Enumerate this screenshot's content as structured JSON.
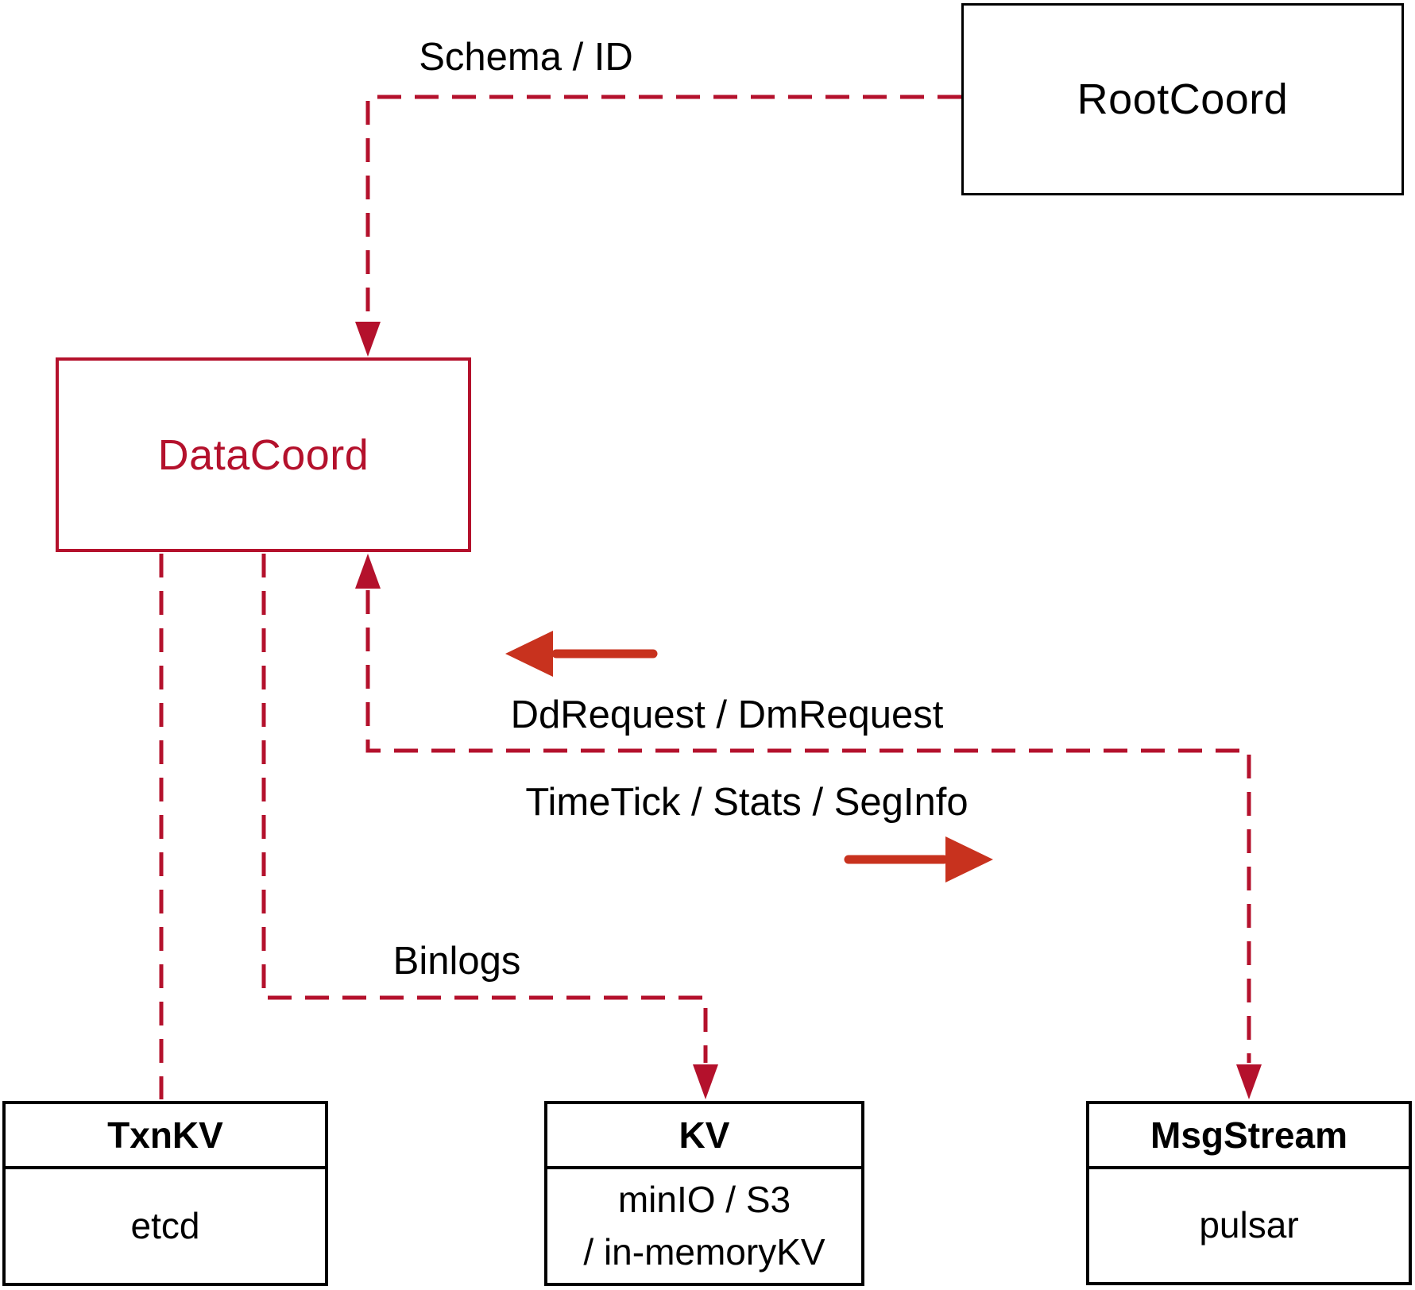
{
  "diagram": {
    "nodes": {
      "rootcoord": {
        "label": "RootCoord"
      },
      "datacoord": {
        "label": "DataCoord"
      },
      "txnkv": {
        "header": "TxnKV",
        "body": "etcd"
      },
      "kv": {
        "header": "KV",
        "body_line1": "minIO / S3",
        "body_line2": "/ in-memoryKV"
      },
      "msgstream": {
        "header": "MsgStream",
        "body": "pulsar"
      }
    },
    "edge_labels": {
      "schema_id": "Schema / ID",
      "ddrequest": "DdRequest / DmRequest",
      "timetick": "TimeTick / Stats / SegInfo",
      "binlogs": "Binlogs"
    },
    "colors": {
      "dashed_red": "#B4112C",
      "arrow_red": "#C8321E",
      "box_black": "#000000"
    }
  }
}
